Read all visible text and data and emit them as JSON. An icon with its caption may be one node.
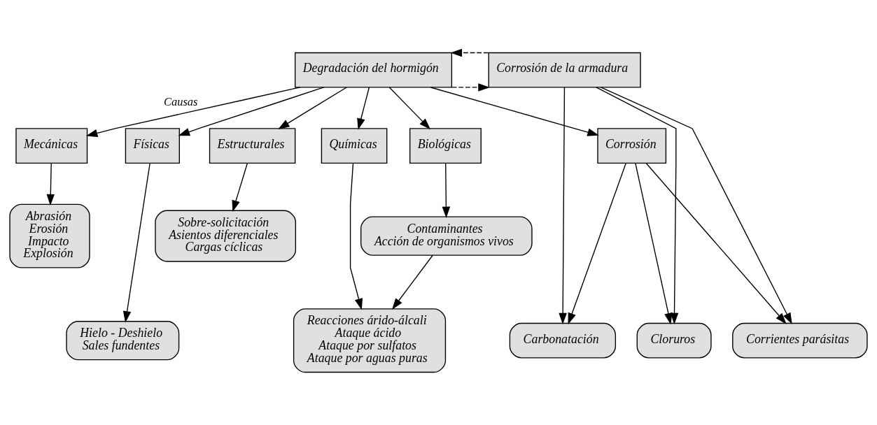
{
  "diagram": {
    "nodes": [
      {
        "text": [
          "Degradación del hormigón"
        ]
      },
      {
        "text": [
          "Corrosión de la armadura"
        ]
      },
      {
        "text": [
          "Mecánicas"
        ]
      },
      {
        "text": [
          "Físicas"
        ]
      },
      {
        "text": [
          "Estructurales"
        ]
      },
      {
        "text": [
          "Químicas"
        ]
      },
      {
        "text": [
          "Biológicas"
        ]
      },
      {
        "text": [
          "Corrosión"
        ]
      },
      {
        "text": [
          "Abrasión",
          "Erosión",
          "Impacto",
          "Explosión"
        ]
      },
      {
        "text": [
          "Hielo - Deshielo",
          "Sales fundentes"
        ]
      },
      {
        "text": [
          "Sobre-solicitación",
          "Asientos diferenciales",
          "Cargas cíclicas"
        ]
      },
      {
        "text": [
          "Contaminantes",
          "Acción de organismos vivos"
        ]
      },
      {
        "text": [
          "Reacciones árido-álcali",
          "Ataque ácido",
          "Ataque por sulfatos",
          "Ataque por aguas puras"
        ]
      },
      {
        "text": [
          "Carbonatación"
        ]
      },
      {
        "text": [
          "Cloruros"
        ]
      },
      {
        "text": [
          "Corrientes parásitas"
        ]
      }
    ],
    "edges": [
      {
        "from": 0,
        "to": 1,
        "arrow": "to",
        "style": "dashed"
      },
      {
        "from": 1,
        "to": 0,
        "arrow": "to",
        "style": "dashed"
      },
      {
        "from": 0,
        "to": 2,
        "arrow": "to",
        "label": "Causas"
      },
      {
        "from": 0,
        "to": 3,
        "arrow": "to"
      },
      {
        "from": 0,
        "to": 4,
        "arrow": "to"
      },
      {
        "from": 0,
        "to": 5,
        "arrow": "to"
      },
      {
        "from": 0,
        "to": 6,
        "arrow": "to"
      },
      {
        "from": 0,
        "to": 7,
        "arrow": "to"
      },
      {
        "from": 2,
        "to": 8,
        "arrow": "to"
      },
      {
        "from": 3,
        "to": 9,
        "arrow": "to"
      },
      {
        "from": 4,
        "to": 10,
        "arrow": "to"
      },
      {
        "from": 5,
        "to": 12,
        "arrow": "to"
      },
      {
        "from": 6,
        "to": 11,
        "arrow": "to"
      },
      {
        "from": 11,
        "to": 12,
        "arrow": "to"
      },
      {
        "from": 1,
        "to": 13,
        "arrow": "to"
      },
      {
        "from": 1,
        "to": 14,
        "arrow": "to"
      },
      {
        "from": 1,
        "to": 15,
        "arrow": "to"
      },
      {
        "from": 7,
        "to": 13,
        "arrow": "to"
      },
      {
        "from": 7,
        "to": 14,
        "arrow": "to"
      },
      {
        "from": 7,
        "to": 15,
        "arrow": "to"
      }
    ]
  }
}
